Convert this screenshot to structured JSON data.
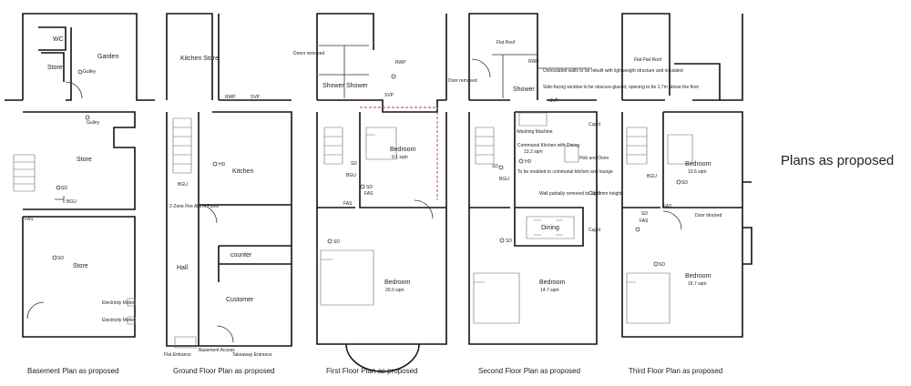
{
  "title": "Plans as proposed",
  "plans": [
    {
      "caption": "Basement Plan as proposed",
      "labels": [
        "WC",
        "Garden",
        "Store",
        "Gulley",
        "Gulley",
        "Store",
        "SD",
        "BGU",
        "FAS",
        "SD",
        "Store",
        "Electricity Meter",
        "Electricity Meter"
      ]
    },
    {
      "caption": "Ground Floor Plan as proposed",
      "labels": [
        "Kitchen Store",
        "RWP",
        "SVP",
        "HD",
        "Kitchen",
        "BGU",
        "2-Zone Fire Alarm Panel",
        "counter",
        "Hall",
        "Customer",
        "Flat Entrance",
        "Basement Access",
        "Takeaway Entrance"
      ]
    },
    {
      "caption": "First Floor Plan as proposed",
      "labels": [
        "Doors removed",
        "RWP",
        "Shower",
        "Shower",
        "SVP",
        "Bedroom",
        "9.1 sqm",
        "SD",
        "BGU",
        "SD",
        "FAS",
        "FAS",
        "SD",
        "Bedroom",
        "20.0 sqm"
      ]
    },
    {
      "caption": "Second Floor Plan as proposed",
      "labels": [
        "Flat Roof",
        "Door removed",
        "RWP",
        "Uninsulated walls to be rebuilt with lightweight structure and insulated",
        "Side-facing window to be obscure-glazed, opening to be 1.7m above the floor",
        "SVP",
        "Shower",
        "Cup'd",
        "Washing Machine",
        "Communal Kitchen with Dining",
        "13.2 sqm",
        "HD",
        "Hob and Oven",
        "SD",
        "BGU",
        "To be enabled to communal kitchen and lounge",
        "Wall partially removed to 2100mm height",
        "Cup'd",
        "Dining",
        "Cup'd",
        "SD",
        "Bedroom",
        "14.7 sqm"
      ]
    },
    {
      "caption": "Third Floor Plan as proposed",
      "labels": [
        "Flat Flat Roof",
        "Bedroom",
        "10.6 sqm",
        "BGU",
        "SD",
        "FAS",
        "SD",
        "FAS",
        "Door blocked",
        "SD",
        "Bedroom",
        "16.7 sqm"
      ]
    }
  ]
}
